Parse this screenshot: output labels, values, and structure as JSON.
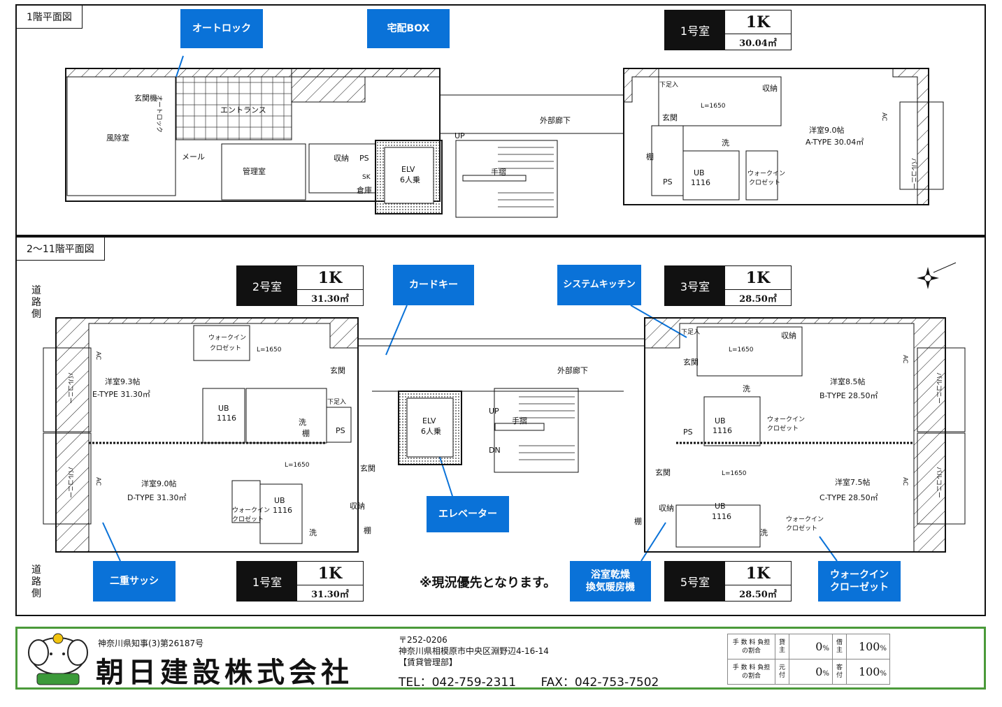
{
  "floor1": {
    "title": "1階平面図",
    "callouts": {
      "autolock": "オートロック",
      "delivery_box": "宅配BOX"
    },
    "room": {
      "number": "1号室",
      "type": "1K",
      "area": "30.04㎡"
    },
    "labels": {
      "kazejoshitsu": "風除室",
      "genkanki": "玄関機",
      "autolock_small": "オートロック",
      "entrance": "エントランス",
      "mail": "メール",
      "kanrishitsu": "管理室",
      "shuno": "収納",
      "ps": "PS",
      "elv": "ELV",
      "elv_cap": "6人乗",
      "soko": "倉庫",
      "up": "UP",
      "tesuri": "手摺",
      "gaibu_roka": "外部廊下",
      "shitabako": "下足入",
      "genkan": "玄関",
      "l1650": "L=1650",
      "yoshitsu": "洋室9.0帖",
      "atype": "A-TYPE 30.04㎡",
      "ub": "UB",
      "ub_size": "1116",
      "walkin": "ウォークイン",
      "closet": "クロゼット",
      "balcony": "バルコニー",
      "tana": "棚",
      "sen": "洗",
      "ac": "AC",
      "sk": "SK"
    }
  },
  "floor2": {
    "title": "2～11階平面図",
    "road_top": "道路側",
    "road_bottom": "道路側",
    "callouts": {
      "cardkey": "カードキー",
      "system_kitchen": "システムキッチン",
      "elevator": "エレベーター",
      "double_sash": "二重サッシ",
      "bath_dryer_1": "浴室乾燥",
      "bath_dryer_2": "換気暖房機",
      "walkin_1": "ウォークイン",
      "walkin_2": "クローゼット"
    },
    "rooms": [
      {
        "number": "2号室",
        "type": "1K",
        "area": "31.30㎡"
      },
      {
        "number": "3号室",
        "type": "1K",
        "area": "28.50㎡"
      },
      {
        "number": "1号室",
        "type": "1K",
        "area": "31.30㎡"
      },
      {
        "number": "5号室",
        "type": "1K",
        "area": "28.50㎡"
      }
    ],
    "labels": {
      "e_room": "洋室9.3帖",
      "e_type": "E-TYPE 31.30㎡",
      "d_room": "洋室9.0帖",
      "d_type": "D-TYPE 31.30㎡",
      "b_room": "洋室8.5帖",
      "b_type": "B-TYPE 28.50㎡",
      "c_room": "洋室7.5帖",
      "c_type": "C-TYPE 28.50㎡",
      "gaibu_roka": "外部廊下",
      "genkan": "玄関",
      "shitabako": "下足入",
      "ps": "PS",
      "shuno": "収納",
      "ub": "UB",
      "ub_size": "1116",
      "l1650": "L=1650",
      "walkin": "ウォークイン",
      "closet": "クロゼット",
      "balcony": "バルコニー",
      "elv": "ELV",
      "elv_cap": "6人乗",
      "up": "UP",
      "dn": "DN",
      "tesuri": "手摺",
      "tana": "棚",
      "sen": "洗",
      "ac": "AC"
    },
    "note": "※現況優先となります。"
  },
  "footer": {
    "license": "神奈川県知事(3)第26187号",
    "company": "朝日建設株式会社",
    "postal": "〒252-0206",
    "address": "神奈川県相模原市中央区淵野辺4-16-14",
    "dept": "【賃貸管理部】",
    "tel": "TEL：042-759-2311",
    "fax": "FAX：042-753-7502",
    "fees": {
      "row1_label": "手 数 料 負担の割合",
      "row1_a": "貸主",
      "row1_a_val": "0",
      "row1_b": "借主",
      "row1_b_val": "100",
      "row2_label": "手 数 料 負担の割合",
      "row2_a": "元付",
      "row2_a_val": "0",
      "row2_b": "客付",
      "row2_b_val": "100",
      "unit": "%"
    }
  },
  "colors": {
    "callout": "#0a72d8",
    "footer_border": "#4b9a3a",
    "room_tag": "#111111"
  }
}
